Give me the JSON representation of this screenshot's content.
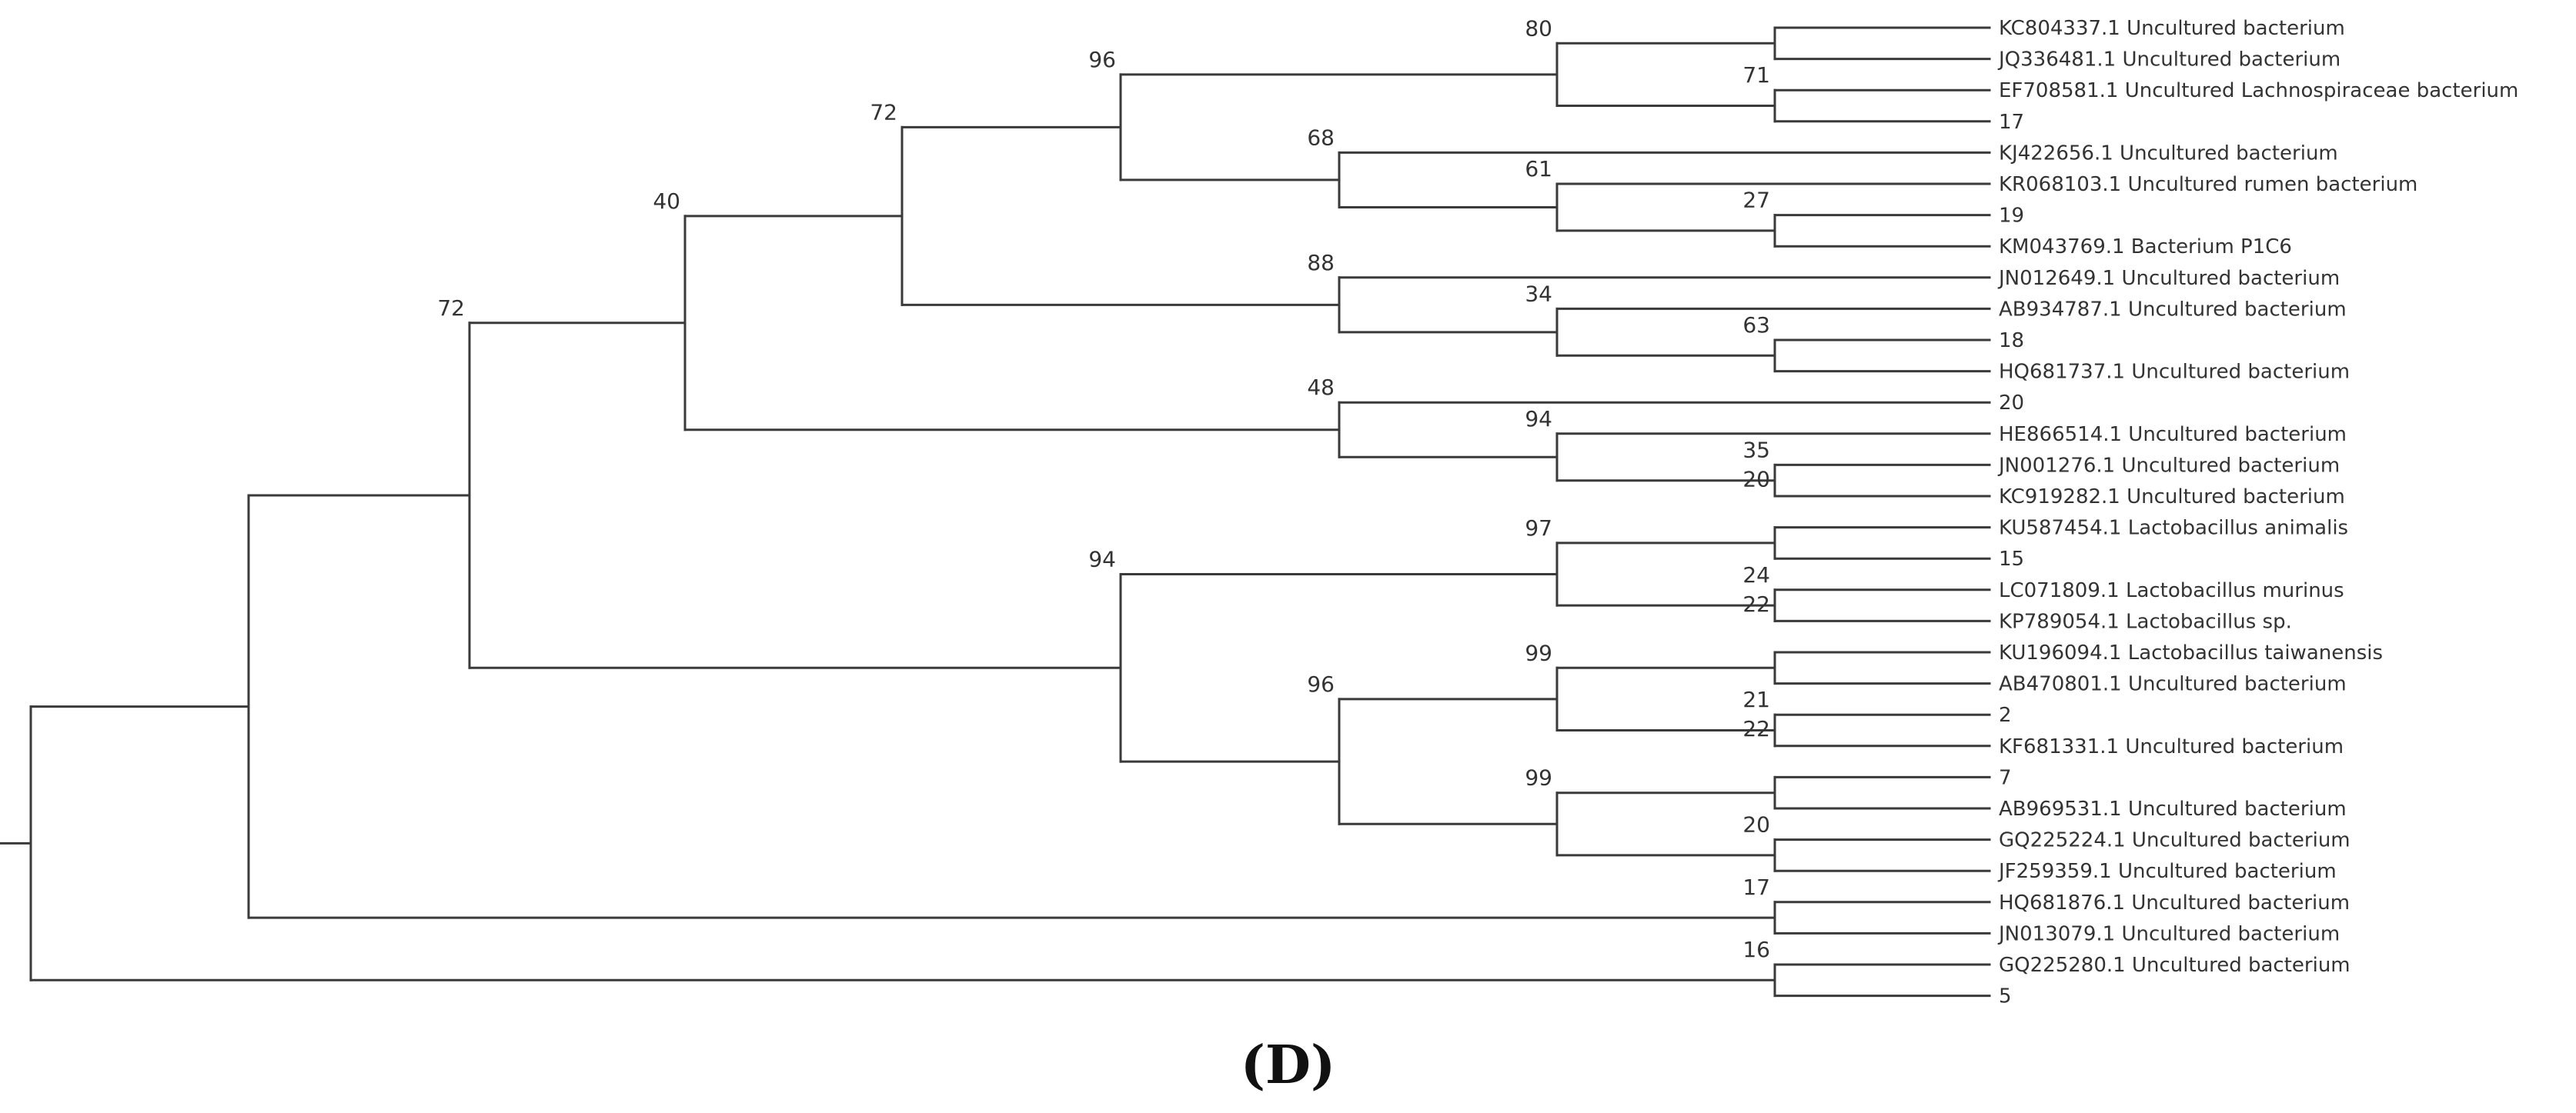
{
  "figure": {
    "panel_label": "(D)",
    "tree": {
      "name": "root",
      "children": [
        {
          "name": "root-ingroup",
          "children": [
            {
              "name": "n72a",
              "support": "72",
              "children": [
                {
                  "name": "n40",
                  "support": "40",
                  "children": [
                    {
                      "name": "n72b",
                      "support": "72",
                      "children": [
                        {
                          "name": "n96a",
                          "support": "96",
                          "children": [
                            {
                              "name": "n80",
                              "support": "80",
                              "children": [
                                {
                                  "name": "n80i",
                                  "children": [
                                    {
                                      "label": "KC804337.1 Uncultured bacterium"
                                    },
                                    {
                                      "label": "JQ336481.1 Uncultured bacterium"
                                    }
                                  ]
                                },
                                {
                                  "name": "n71",
                                  "support": "71",
                                  "children": [
                                    {
                                      "label": "EF708581.1 Uncultured Lachnospiraceae bacterium"
                                    },
                                    {
                                      "label": "17"
                                    }
                                  ]
                                }
                              ]
                            },
                            {
                              "name": "n68",
                              "support": "68",
                              "children": [
                                {
                                  "label": "KJ422656.1 Uncultured bacterium"
                                },
                                {
                                  "name": "n61",
                                  "support": "61",
                                  "children": [
                                    {
                                      "label": "KR068103.1 Uncultured rumen bacterium"
                                    },
                                    {
                                      "name": "n27",
                                      "support": "27",
                                      "children": [
                                        {
                                          "label": "19"
                                        },
                                        {
                                          "label": "KM043769.1 Bacterium P1C6"
                                        }
                                      ]
                                    }
                                  ]
                                }
                              ]
                            }
                          ]
                        },
                        {
                          "name": "n88",
                          "support": "88",
                          "children": [
                            {
                              "label": "JN012649.1 Uncultured bacterium"
                            },
                            {
                              "name": "n34",
                              "support": "34",
                              "children": [
                                {
                                  "label": "AB934787.1 Uncultured bacterium"
                                },
                                {
                                  "name": "n63",
                                  "support": "63",
                                  "children": [
                                    {
                                      "label": "18"
                                    },
                                    {
                                      "label": "HQ681737.1 Uncultured bacterium"
                                    }
                                  ]
                                }
                              ]
                            }
                          ]
                        }
                      ]
                    },
                    {
                      "name": "n48",
                      "support": "48",
                      "children": [
                        {
                          "label": "20"
                        },
                        {
                          "name": "n94b",
                          "support": "94",
                          "children": [
                            {
                              "label": "HE866514.1 Uncultured bacterium"
                            },
                            {
                              "name": "n35",
                              "support": "35",
                              "children": [
                                {
                                  "label": "JN001276.1 Uncultured bacterium"
                                },
                                {
                                  "label": "KC919282.1 Uncultured bacterium"
                                }
                              ]
                            }
                          ]
                        }
                      ]
                    }
                  ]
                },
                {
                  "name": "n94",
                  "support": "94",
                  "children": [
                    {
                      "name": "n97",
                      "support": "97",
                      "children": [
                        {
                          "name": "n97i",
                          "children": [
                            {
                              "label": "KU587454.1 Lactobacillus animalis"
                            },
                            {
                              "label": "15"
                            }
                          ]
                        },
                        {
                          "name": "n24",
                          "support": "24",
                          "children": [
                            {
                              "label": "LC071809.1 Lactobacillus murinus"
                            },
                            {
                              "label": "KP789054.1 Lactobacillus sp."
                            }
                          ]
                        }
                      ]
                    },
                    {
                      "name": "n96b",
                      "support": "96",
                      "children": [
                        {
                          "name": "n99a",
                          "support": "99",
                          "children": [
                            {
                              "name": "n99ai",
                              "children": [
                                {
                                  "label": "KU196094.1 Lactobacillus taiwanensis"
                                },
                                {
                                  "label": "AB470801.1 Uncultured bacterium"
                                }
                              ]
                            },
                            {
                              "name": "n21",
                              "support": "21",
                              "children": [
                                {
                                  "label": "2"
                                },
                                {
                                  "label": "KF681331.1 Uncultured bacterium"
                                }
                              ]
                            }
                          ]
                        },
                        {
                          "name": "n99b",
                          "support": "99",
                          "children": [
                            {
                              "name": "n99bi",
                              "children": [
                                {
                                  "label": "7"
                                },
                                {
                                  "label": "AB969531.1 Uncultured bacterium"
                                }
                              ]
                            },
                            {
                              "name": "n20b",
                              "support": "20",
                              "children": [
                                {
                                  "label": "GQ225224.1 Uncultured bacterium"
                                },
                                {
                                  "label": "JF259359.1 Uncultured bacterium"
                                }
                              ]
                            }
                          ]
                        }
                      ]
                    }
                  ]
                }
              ]
            },
            {
              "name": "n17",
              "support": "17",
              "children": [
                {
                  "label": "HQ681876.1 Uncultured bacterium"
                },
                {
                  "label": "JN013079.1 Uncultured bacterium"
                }
              ]
            }
          ]
        },
        {
          "name": "n16",
          "support": "16",
          "children": [
            {
              "label": "GQ225280.1 Uncultured bacterium"
            },
            {
              "label": "5"
            }
          ]
        }
      ]
    },
    "extra_support_labels": [
      {
        "node": "n35",
        "text": "20"
      },
      {
        "node": "n24",
        "text": "22"
      },
      {
        "node": "n21",
        "text": "22"
      }
    ]
  }
}
